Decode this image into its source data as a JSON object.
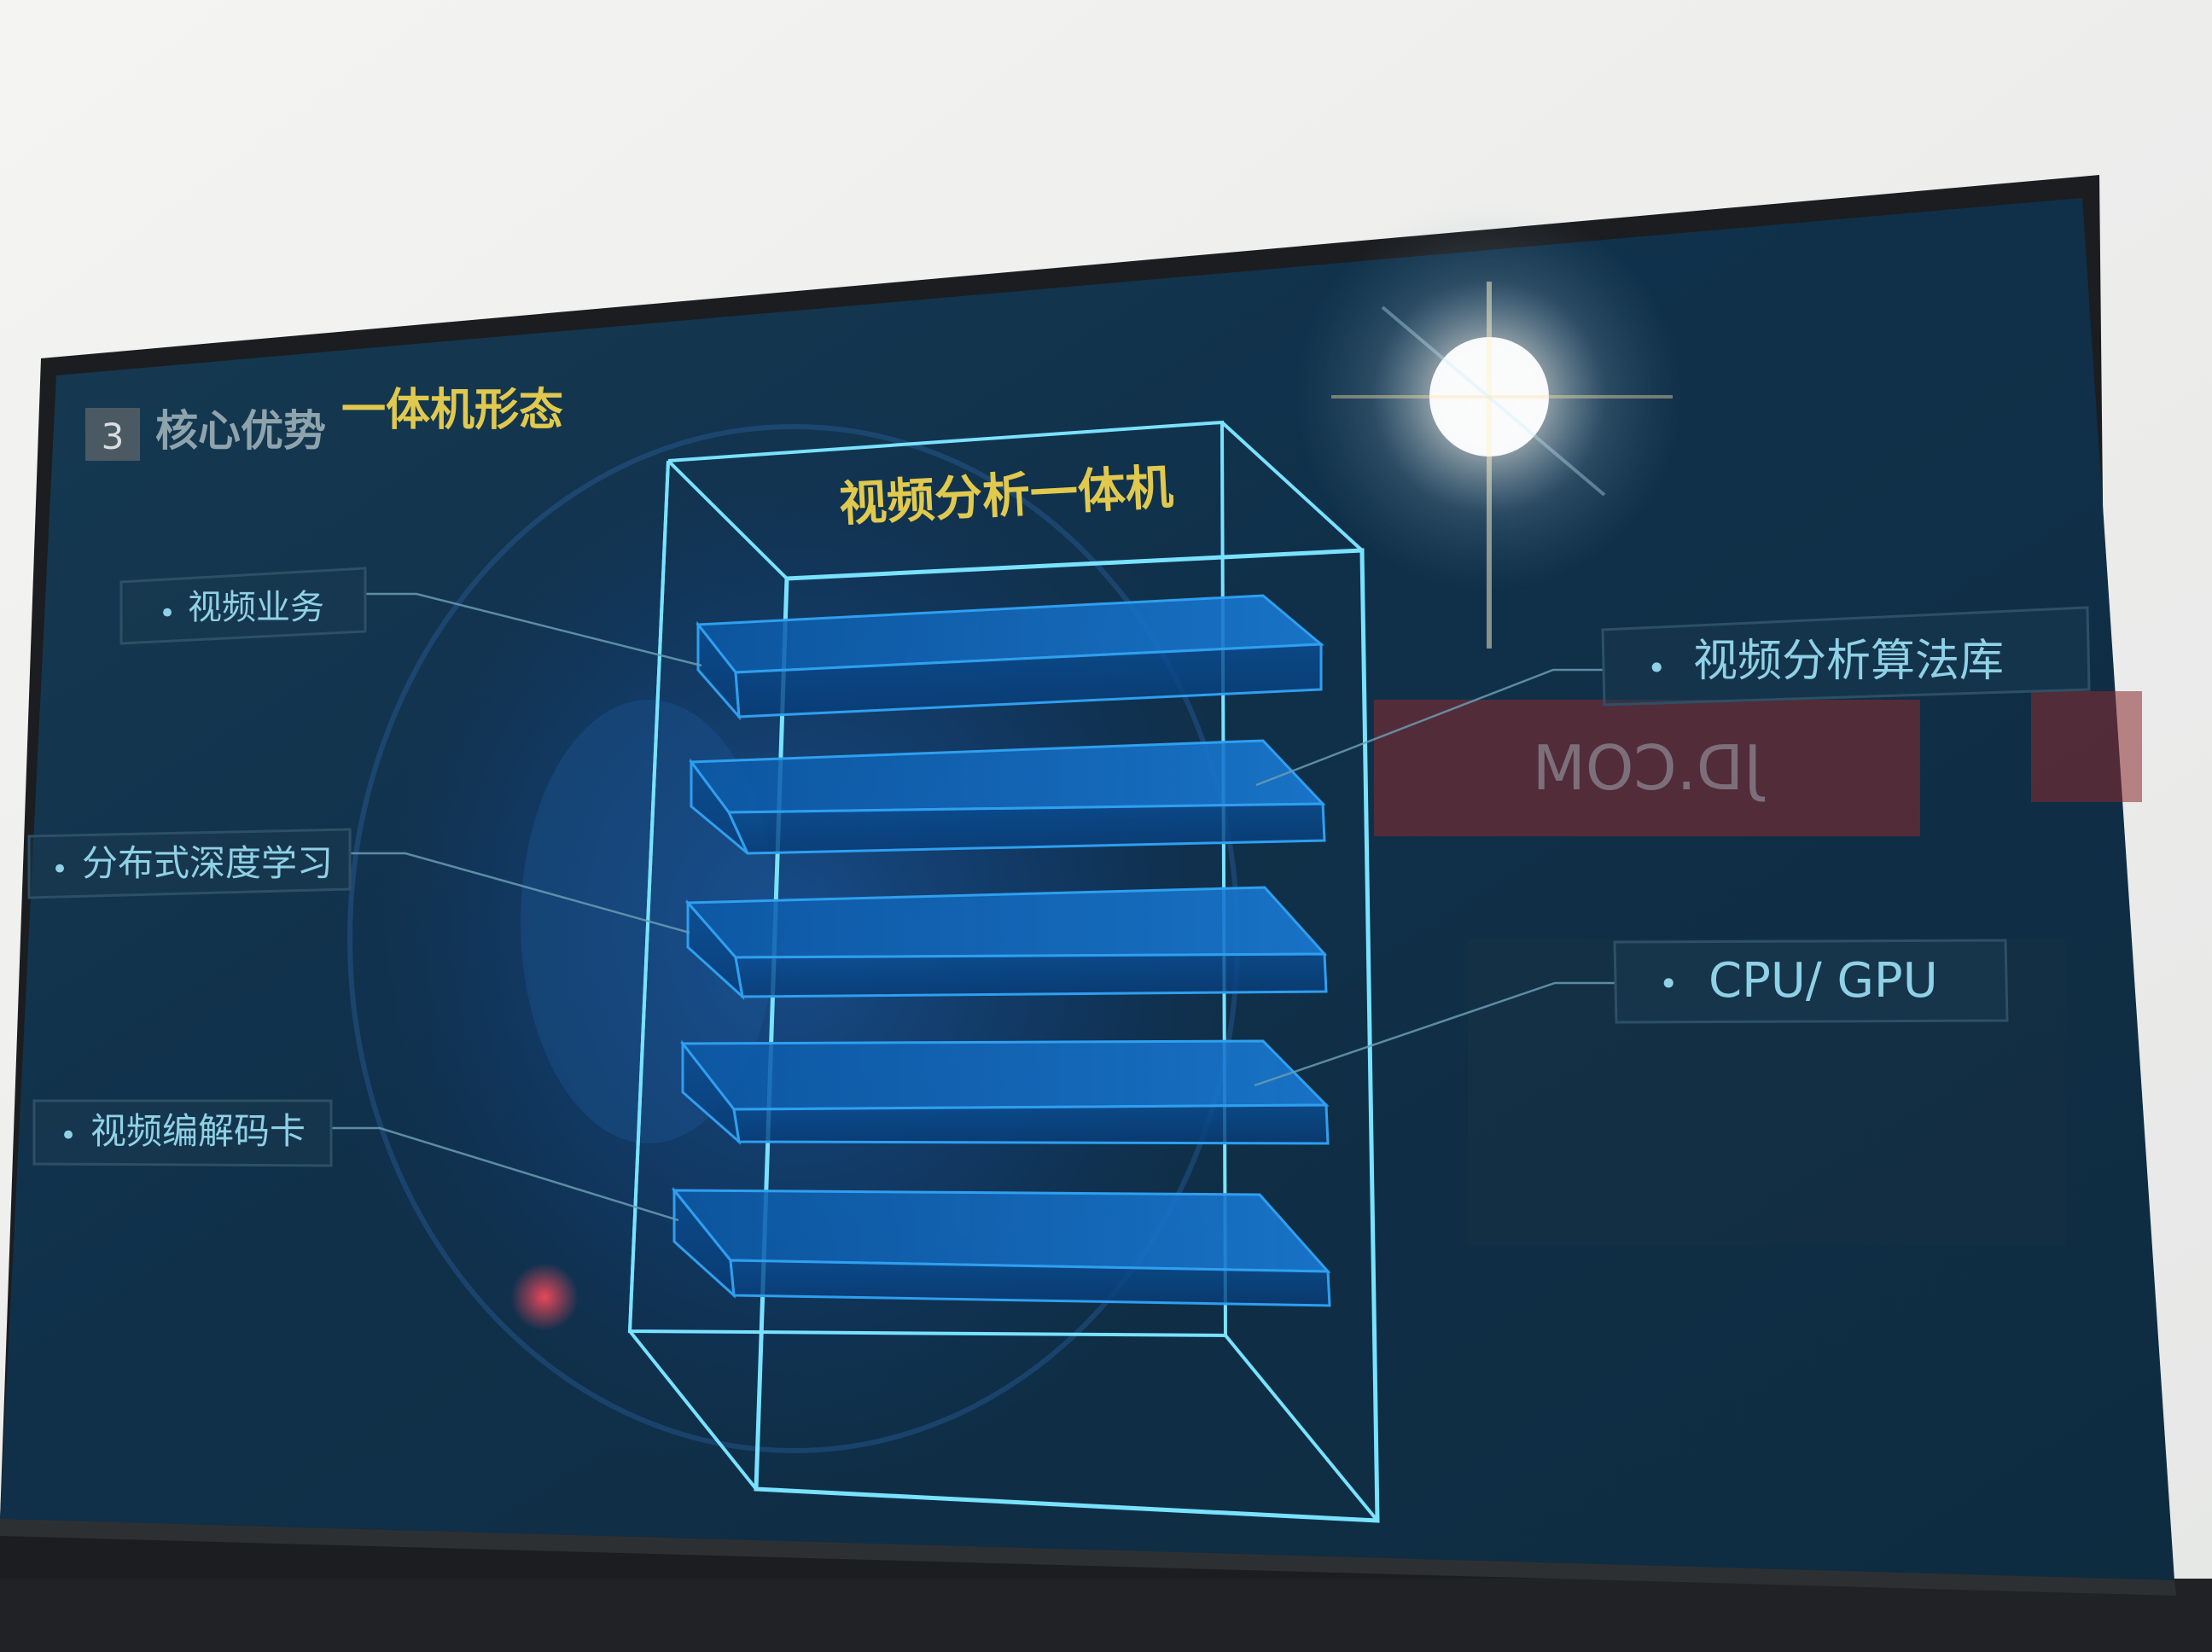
{
  "slide": {
    "section_number": "3",
    "section_title_part1": "核心优势",
    "section_title_part2": "一体机形态",
    "cabinet_title": "视频分析一体机"
  },
  "left_labels": [
    {
      "bullet": "•",
      "text": "视频业务"
    },
    {
      "bullet": "•",
      "text": "分布式深度学习"
    },
    {
      "bullet": "•",
      "text": "视频编解码卡"
    }
  ],
  "right_labels": [
    {
      "bullet": "•",
      "text": "视频分析算法库"
    },
    {
      "bullet": "•",
      "text": "CPU/ GPU"
    }
  ],
  "background_reflection": {
    "text": "JD.COM"
  },
  "colors": {
    "wall": "#f2f2f0",
    "bezel": "#1b1d20",
    "screen": "#123247",
    "cabinet_line": "#79e2ff",
    "shelf_fill": "#0a67b8",
    "title_gold": "#e1c94e",
    "label_text": "#8fd1e6",
    "label_box": "#2d5066",
    "reflection_red": "#8a2a2e"
  }
}
